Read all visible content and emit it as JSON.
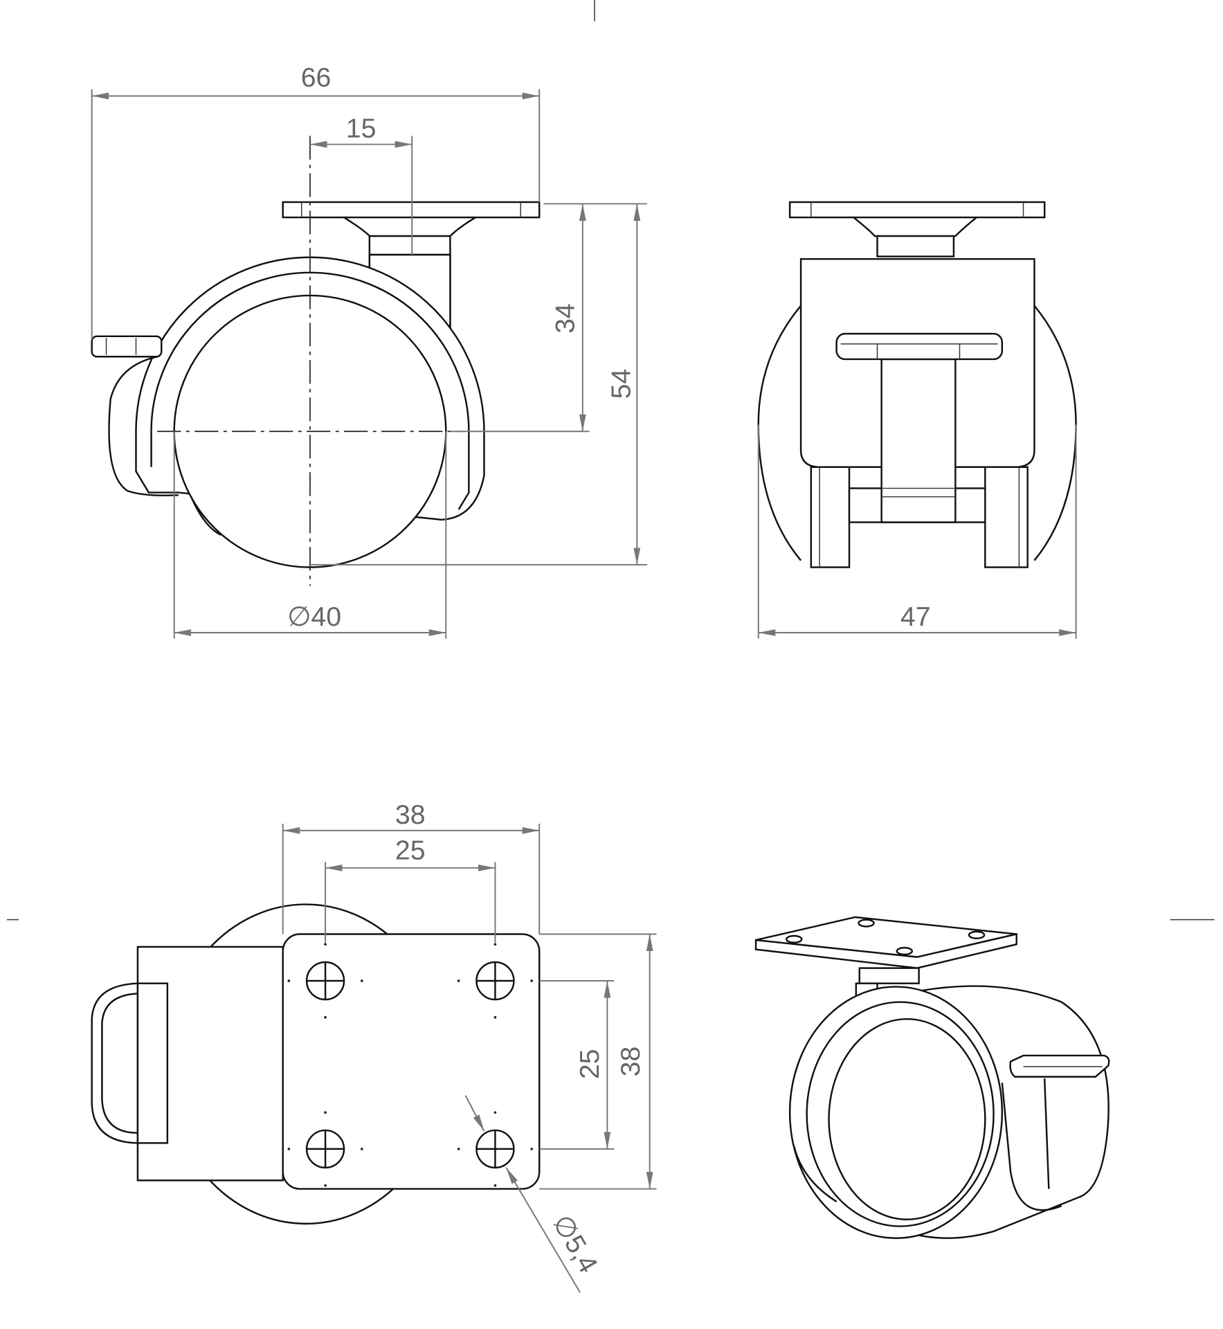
{
  "drawing": {
    "title": "Swivel castor with brake, plate mounting",
    "side_view": {
      "overall_width": "66",
      "offset": "15",
      "axle_height": "34",
      "total_height": "54",
      "wheel_diameter": "∅40"
    },
    "front_view": {
      "width": "47"
    },
    "bottom_view": {
      "plate_width": "38",
      "hole_spacing_x": "25",
      "hole_spacing_y": "25",
      "plate_length": "38",
      "hole_diameter": "∅5,4"
    }
  }
}
